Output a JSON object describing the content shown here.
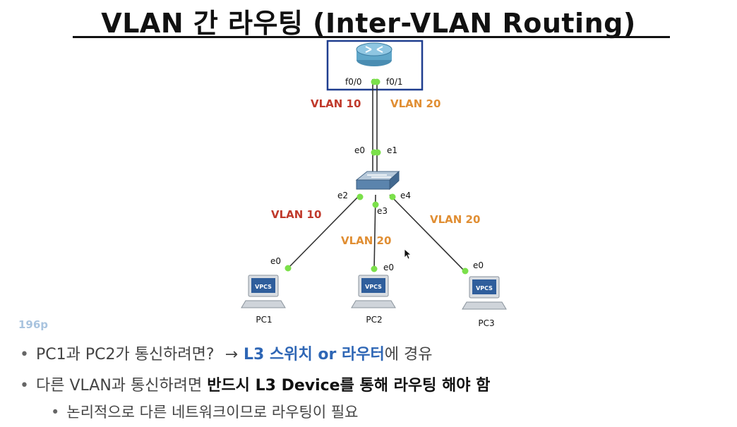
{
  "title": "VLAN 간 라우팅 (Inter-VLAN Routing)",
  "page_ref": "196p",
  "diagram": {
    "router": {
      "port_left": "f0/0",
      "port_right": "f0/1"
    },
    "trunk": {
      "vlan_left": "VLAN 10",
      "vlan_right": "VLAN 20",
      "switch_port_left": "e0",
      "switch_port_right": "e1"
    },
    "switch_ports": {
      "left": "e2",
      "middle": "e3",
      "right": "e4"
    },
    "links": [
      {
        "vlan": "VLAN 10"
      },
      {
        "vlan": "VLAN 20"
      },
      {
        "vlan": "VLAN 20"
      }
    ],
    "pcs": [
      {
        "name": "PC1",
        "port": "e0",
        "label": "VPCS"
      },
      {
        "name": "PC2",
        "port": "e0",
        "label": "VPCS"
      },
      {
        "name": "PC3",
        "port": "e0",
        "label": "VPCS"
      }
    ],
    "colors": {
      "vlan10": "#c0392b",
      "vlan20": "#e08e33",
      "frame": "#1f3e8f"
    }
  },
  "bullets": {
    "b1_prefix": "PC1과 PC2가 통신하려면?",
    "b1_arrow": "→",
    "b1_highlight": "L3 스위치 or 라우터",
    "b1_suffix": "에 경유",
    "b2_prefix": "다른 VLAN과 통신하려면 ",
    "b2_bold": "반드시 L3 Device를 통해 라우팅 해야 함",
    "b3_text": "논리적으로 다른 네트워크이므로 라우팅이 필요"
  }
}
